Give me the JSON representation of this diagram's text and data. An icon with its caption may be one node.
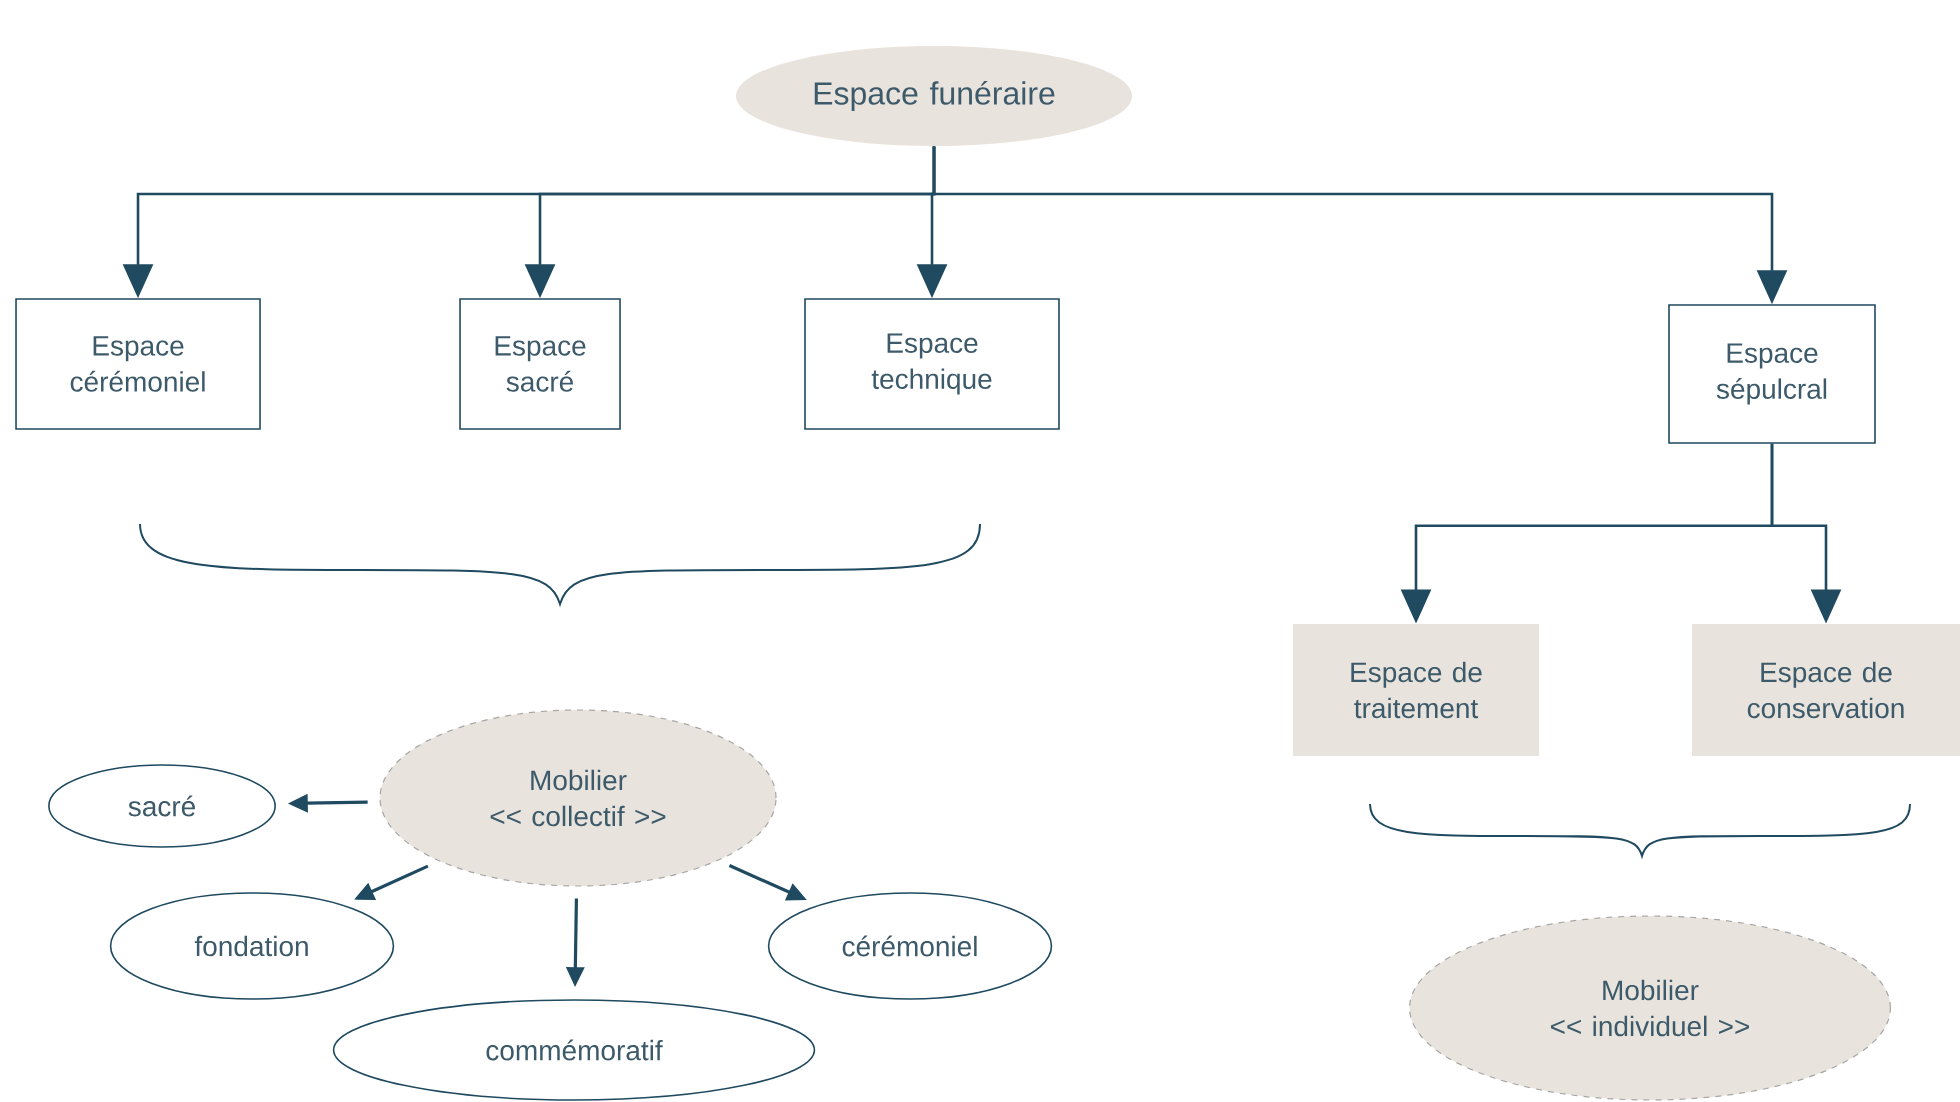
{
  "diagram": {
    "nodes": [
      {
        "text": [
          "Espace funéraire"
        ]
      },
      {
        "text": [
          "Espace cérémoniel"
        ]
      },
      {
        "text": [
          "Espace sacré"
        ]
      },
      {
        "text": [
          "Espace technique"
        ]
      },
      {
        "text": [
          "Espace sépulcral"
        ]
      },
      {
        "text": [
          "Espace de traitement"
        ]
      },
      {
        "text": [
          "Espace de conservation"
        ]
      },
      {
        "text": [
          "Mobilier",
          "<< collectif >>"
        ]
      },
      {
        "text": [
          "sacré"
        ]
      },
      {
        "text": [
          "fondation"
        ]
      },
      {
        "text": [
          "commémoratif"
        ]
      },
      {
        "text": [
          "cérémoniel"
        ]
      },
      {
        "text": [
          "Mobilier",
          "<< individuel >>"
        ]
      }
    ],
    "edges": [
      {
        "from": 0,
        "to": 1,
        "arrow": "to"
      },
      {
        "from": 0,
        "to": 2,
        "arrow": "to"
      },
      {
        "from": 0,
        "to": 3,
        "arrow": "to"
      },
      {
        "from": 0,
        "to": 4,
        "arrow": "to"
      },
      {
        "from": 4,
        "to": 5,
        "arrow": "to"
      },
      {
        "from": 4,
        "to": 6,
        "arrow": "to"
      },
      {
        "from": 7,
        "to": 8,
        "arrow": "to"
      },
      {
        "from": 7,
        "to": 9,
        "arrow": "to"
      },
      {
        "from": 7,
        "to": 10,
        "arrow": "to"
      },
      {
        "from": 7,
        "to": 11,
        "arrow": "to"
      }
    ]
  }
}
